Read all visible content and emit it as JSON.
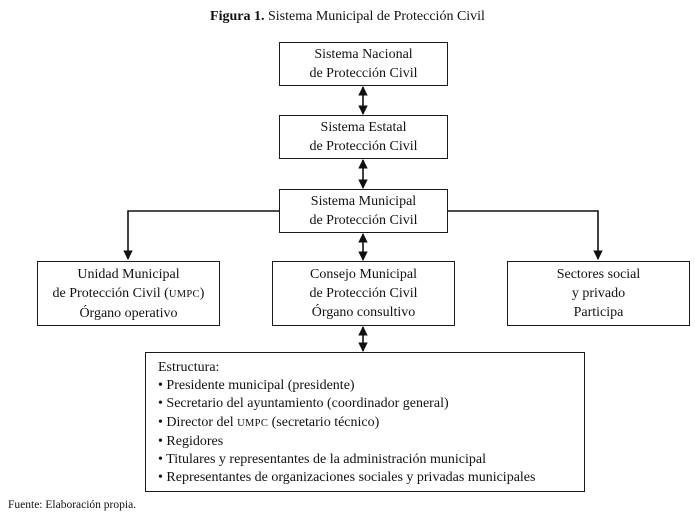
{
  "figure_title": {
    "label": "Figura 1.",
    "text": "Sistema Municipal de Protección Civil"
  },
  "boxes": {
    "nacional": {
      "line1": "Sistema Nacional",
      "line2": "de Protección Civil"
    },
    "estatal": {
      "line1": "Sistema Estatal",
      "line2": "de Protección Civil"
    },
    "municipal": {
      "line1": "Sistema Municipal",
      "line2": "de Protección Civil"
    },
    "umpc": {
      "line1": "Unidad Municipal",
      "line2_prefix": "de Protección Civil (",
      "line2_abbr": "UMPC",
      "line2_suffix": ")",
      "line3": "Órgano operativo"
    },
    "consejo": {
      "line1": "Consejo Municipal",
      "line2": "de Protección Civil",
      "line3": "Órgano consultivo"
    },
    "sectores": {
      "line1": "Sectores social",
      "line2": "y privado",
      "line3": "Participa"
    }
  },
  "estructura": {
    "heading": "Estructura:",
    "items": [
      "Presidente municipal (presidente)",
      "Secretario del ayuntamiento (coordinador general)",
      "Regidores",
      "Titulares y representantes de la administración municipal",
      "Representantes de organizaciones sociales y privadas municipales"
    ],
    "director_item": {
      "prefix": "Director del ",
      "abbr": "UMPC",
      "suffix": " (secretario técnico)"
    }
  },
  "source_note": "Fuente: Elaboración propia."
}
